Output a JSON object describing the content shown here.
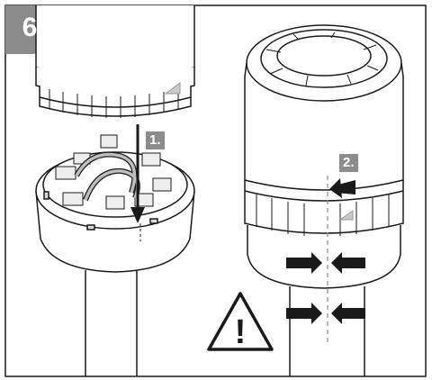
{
  "figure": {
    "step_number": "6",
    "substeps": [
      {
        "label": "1."
      },
      {
        "label": "2."
      }
    ],
    "warning_symbol": "!",
    "colors": {
      "badge": "#8c8c8c",
      "line": "#1a1a1a",
      "mount_hole": "#d8d8d8",
      "terminal": "#eeeeee",
      "wire": "#bdbdbd",
      "background": "#ffffff"
    },
    "icons": [
      "warning-triangle-icon",
      "down-arrow-icon",
      "left-arrow-icon",
      "right-arrow-icon",
      "alignment-triangle-icon"
    ]
  }
}
